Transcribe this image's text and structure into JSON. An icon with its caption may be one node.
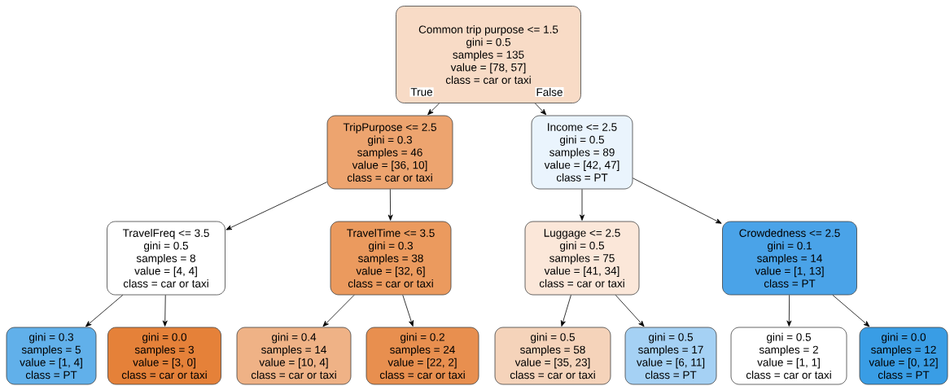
{
  "diagram": {
    "nodes": [
      {
        "text": [
          "Common trip purpose <= 1.5",
          "gini = 0.5",
          "samples = 135",
          "value = [78, 57]",
          "class = car or taxi"
        ]
      },
      {
        "text": [
          "TripPurpose <= 2.5",
          "gini = 0.3",
          "samples = 46",
          "value = [36, 10]",
          "class = car or taxi"
        ]
      },
      {
        "text": [
          "Income <= 2.5",
          "gini = 0.5",
          "samples = 89",
          "value = [42, 47]",
          "class = PT"
        ]
      },
      {
        "text": [
          "TravelFreq <= 3.5",
          "gini = 0.5",
          "samples = 8",
          "value = [4, 4]",
          "class = car or taxi"
        ]
      },
      {
        "text": [
          "TravelTime <= 3.5",
          "gini = 0.3",
          "samples = 38",
          "value = [32, 6]",
          "class = car or taxi"
        ]
      },
      {
        "text": [
          "Luggage <= 2.5",
          "gini = 0.5",
          "samples = 75",
          "value = [41, 34]",
          "class = car or taxi"
        ]
      },
      {
        "text": [
          "Crowdedness <= 2.5",
          "gini = 0.1",
          "samples = 14",
          "value = [1, 13]",
          "class = PT"
        ]
      },
      {
        "text": [
          "gini = 0.3",
          "samples = 5",
          "value = [1, 4]",
          "class = PT"
        ]
      },
      {
        "text": [
          "gini = 0.0",
          "samples = 3",
          "value = [3, 0]",
          "class = car or taxi"
        ]
      },
      {
        "text": [
          "gini = 0.4",
          "samples = 14",
          "value = [10, 4]",
          "class = car or taxi"
        ]
      },
      {
        "text": [
          "gini = 0.2",
          "samples = 24",
          "value = [22, 2]",
          "class = car or taxi"
        ]
      },
      {
        "text": [
          "gini = 0.5",
          "samples = 58",
          "value = [35, 23]",
          "class = car or taxi"
        ]
      },
      {
        "text": [
          "gini = 0.5",
          "samples = 17",
          "value = [6, 11]",
          "class = PT"
        ]
      },
      {
        "text": [
          "gini = 0.5",
          "samples = 2",
          "value = [1, 1]",
          "class = car or taxi"
        ]
      },
      {
        "text": [
          "gini = 0.0",
          "samples = 12",
          "value = [0, 12]",
          "class = PT"
        ]
      }
    ],
    "edges": [
      {
        "from": 0,
        "to": 1,
        "arrow": "to",
        "label": "True"
      },
      {
        "from": 0,
        "to": 2,
        "arrow": "to",
        "label": "False"
      },
      {
        "from": 1,
        "to": 3,
        "arrow": "to"
      },
      {
        "from": 1,
        "to": 4,
        "arrow": "to"
      },
      {
        "from": 2,
        "to": 5,
        "arrow": "to"
      },
      {
        "from": 2,
        "to": 6,
        "arrow": "to"
      },
      {
        "from": 3,
        "to": 7,
        "arrow": "to"
      },
      {
        "from": 3,
        "to": 8,
        "arrow": "to"
      },
      {
        "from": 4,
        "to": 9,
        "arrow": "to"
      },
      {
        "from": 4,
        "to": 10,
        "arrow": "to"
      },
      {
        "from": 5,
        "to": 11,
        "arrow": "to"
      },
      {
        "from": 5,
        "to": 12,
        "arrow": "to"
      },
      {
        "from": 6,
        "to": 13,
        "arrow": "to"
      },
      {
        "from": 6,
        "to": 14,
        "arrow": "to"
      }
    ]
  }
}
